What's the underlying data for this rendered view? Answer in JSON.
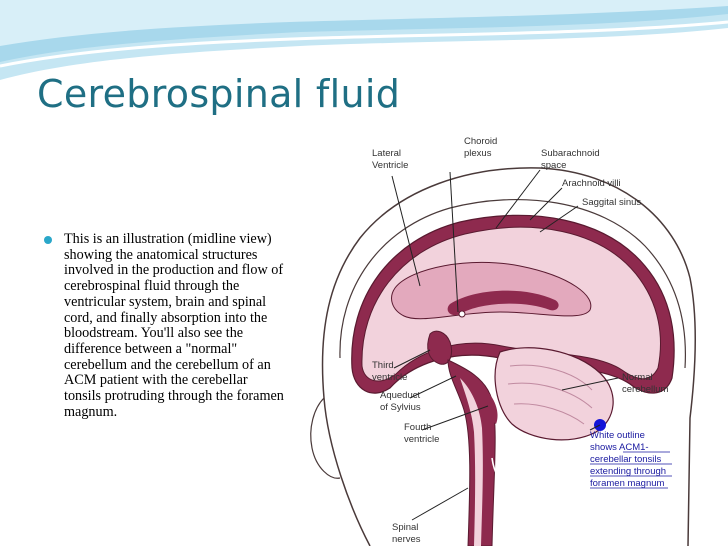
{
  "title": "Cerebrospinal fluid",
  "bullet": "This is an illustration (midline view) showing the anatomical structures involved in the production and flow of cerebrospinal fluid through the ventricular system, brain and spinal cord, and finally absorption into the bloodstream. You'll also see the difference between a \"normal\" cerebellum and the cerebellum of an ACM patient with the cerebellar tonsils protruding through the foramen magnum.",
  "diagram": {
    "labels": {
      "lateral_ventricle_1": "Lateral",
      "lateral_ventricle_2": "Ventricle",
      "choroid_plexus_1": "Choroid",
      "choroid_plexus_2": "plexus",
      "subarachnoid_space_1": "Subarachnoid",
      "subarachnoid_space_2": "space",
      "arachnoid_villi": "Arachnoid villi",
      "saggital_sinus": "Saggital sinus",
      "third_ventricle_1": "Third",
      "third_ventricle_2": "ventricle",
      "aqueduct_1": "Aqueduct",
      "aqueduct_2": "of Sylvius",
      "fourth_ventricle_1": "Fourth",
      "fourth_ventricle_2": "ventricle",
      "normal_cerebellum_1": "Normal",
      "normal_cerebellum_2": "cerebellum",
      "white_outline_1": "White outline",
      "white_outline_2": "shows ACM1-",
      "white_outline_3": "cerebellar tonsils",
      "white_outline_4": "extending through",
      "white_outline_5": "foramen magnum",
      "spinal_nerves_1": "Spinal",
      "spinal_nerves_2": "nerves"
    },
    "colors": {
      "tissue": "#f2d2dc",
      "csf": "#8e2a4e",
      "outline": "#5a1a30",
      "marker": "#1414d8",
      "title": "#1f6f84"
    }
  }
}
